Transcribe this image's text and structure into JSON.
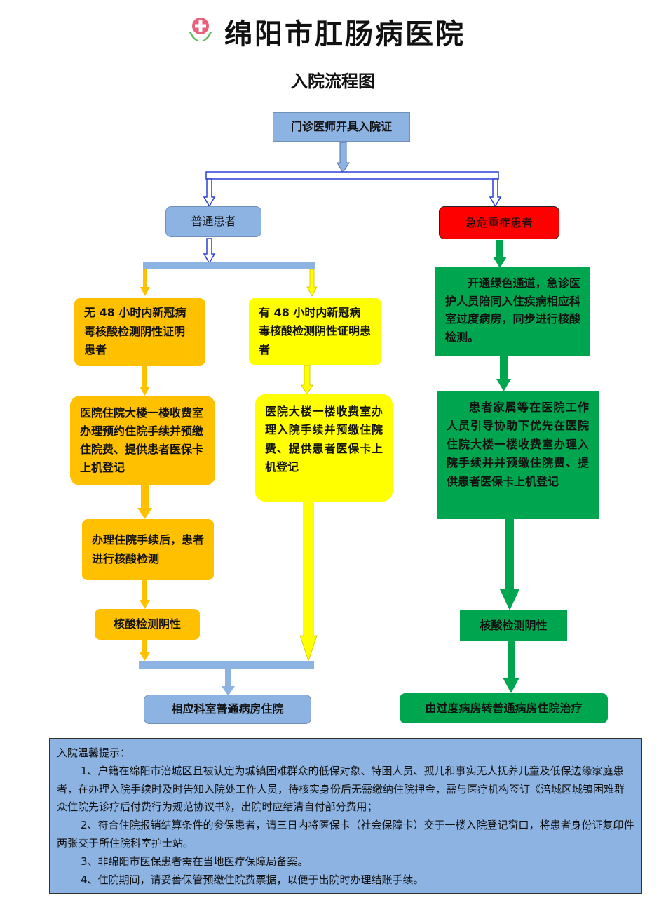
{
  "header": {
    "hospital_name": "绵阳市肛肠病医院",
    "chart_title": "入院流程图",
    "logo_icon": "hospital-cross-leaf-logo",
    "logo_colors": {
      "pink": "#e8607a",
      "green": "#5cb85c"
    }
  },
  "colors": {
    "blue": "#8db3e2",
    "red": "#ff0000",
    "orange": "#ffc000",
    "yellow": "#ffff00",
    "green": "#00a550"
  },
  "nodes": {
    "start": "门诊医师开具入院证",
    "ordinary": "普通患者",
    "critical": "急危重症患者",
    "no_test": "无 48 小时内新冠病毒核酸检测阴性证明患者",
    "has_test": "有 48 小时内新冠病毒核酸检测阴性证明患者",
    "green_channel": "开通绿色通道，急诊医护人员陪同入住疾病相应科室过度病房，同步进行核酸检测。",
    "prepay_left": "医院住院大楼一楼收费室办理预约住院手续并预缴住院费、提供患者医保卡上机登记",
    "prepay_mid": "医院大楼一楼收费室办理入院手续并预缴住院费、提供患者医保卡上机登记",
    "family_assist": "患者家属等在医院工作人员引导协助下优先在医院住院大楼一楼收费室办理入院手续并并预缴住院费、提供患者医保卡上机登记",
    "after_admission_test": "办理住院手续后，患者进行核酸检测",
    "negative_left": "核酸检测阴性",
    "negative_right": "核酸检测阴性",
    "ward_ordinary": "相应科室普通病房住院",
    "ward_transfer": "由过度病房转普通病房住院治疗"
  },
  "notes": {
    "title": "入院温馨提示：",
    "items": [
      "1、户籍在绵阳市涪城区且被认定为城镇困难群众的低保对象、特困人员、孤儿和事实无人抚养儿童及低保边缘家庭患者，在办理入院手续时及时告知入院处工作人员，待核实身份后无需缴纳住院押金，需与医疗机构签订《涪城区城镇困难群众住院先诊疗后付费行为规范协议书》，出院时应结清自付部分费用；",
      "2、符合住院报销结算条件的参保患者，请三日内将医保卡（社会保障卡）交于一楼入院登记窗口，将患者身份证复印件两张交于所住院科室护士站。",
      "3、非绵阳市医保患者需在当地医疗保障局备案。",
      "4、住院期间，请妥善保管预缴住院费票据，以便于出院时办理结账手续。"
    ]
  }
}
